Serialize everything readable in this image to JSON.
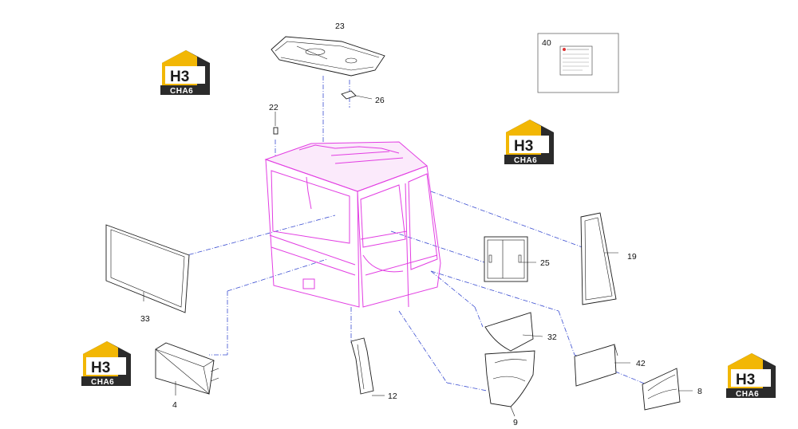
{
  "diagram": {
    "cab_color": "#e23ee2",
    "leader_color": "#3a4dd1",
    "labels": {
      "p23": "23",
      "p26": "26",
      "p22": "22",
      "p40": "40",
      "p19": "19",
      "p25": "25",
      "p33": "33",
      "p32": "32",
      "p42": "42",
      "p8": "8",
      "p4": "4",
      "p12": "12",
      "p9": "9"
    }
  },
  "watermarks": [
    {
      "icon": "h3-house-logo",
      "big": "H3",
      "small": "CHA6"
    },
    {
      "icon": "h3-house-logo",
      "big": "H3",
      "small": "CHA6"
    },
    {
      "icon": "h3-house-logo",
      "big": "H3",
      "small": "CHA6"
    },
    {
      "icon": "h3-house-logo",
      "big": "H3",
      "small": "CHA6"
    }
  ],
  "colors": {
    "logo_yellow": "#f2b705",
    "logo_dark": "#2b2b2b",
    "logo_text": "#ffffff"
  }
}
